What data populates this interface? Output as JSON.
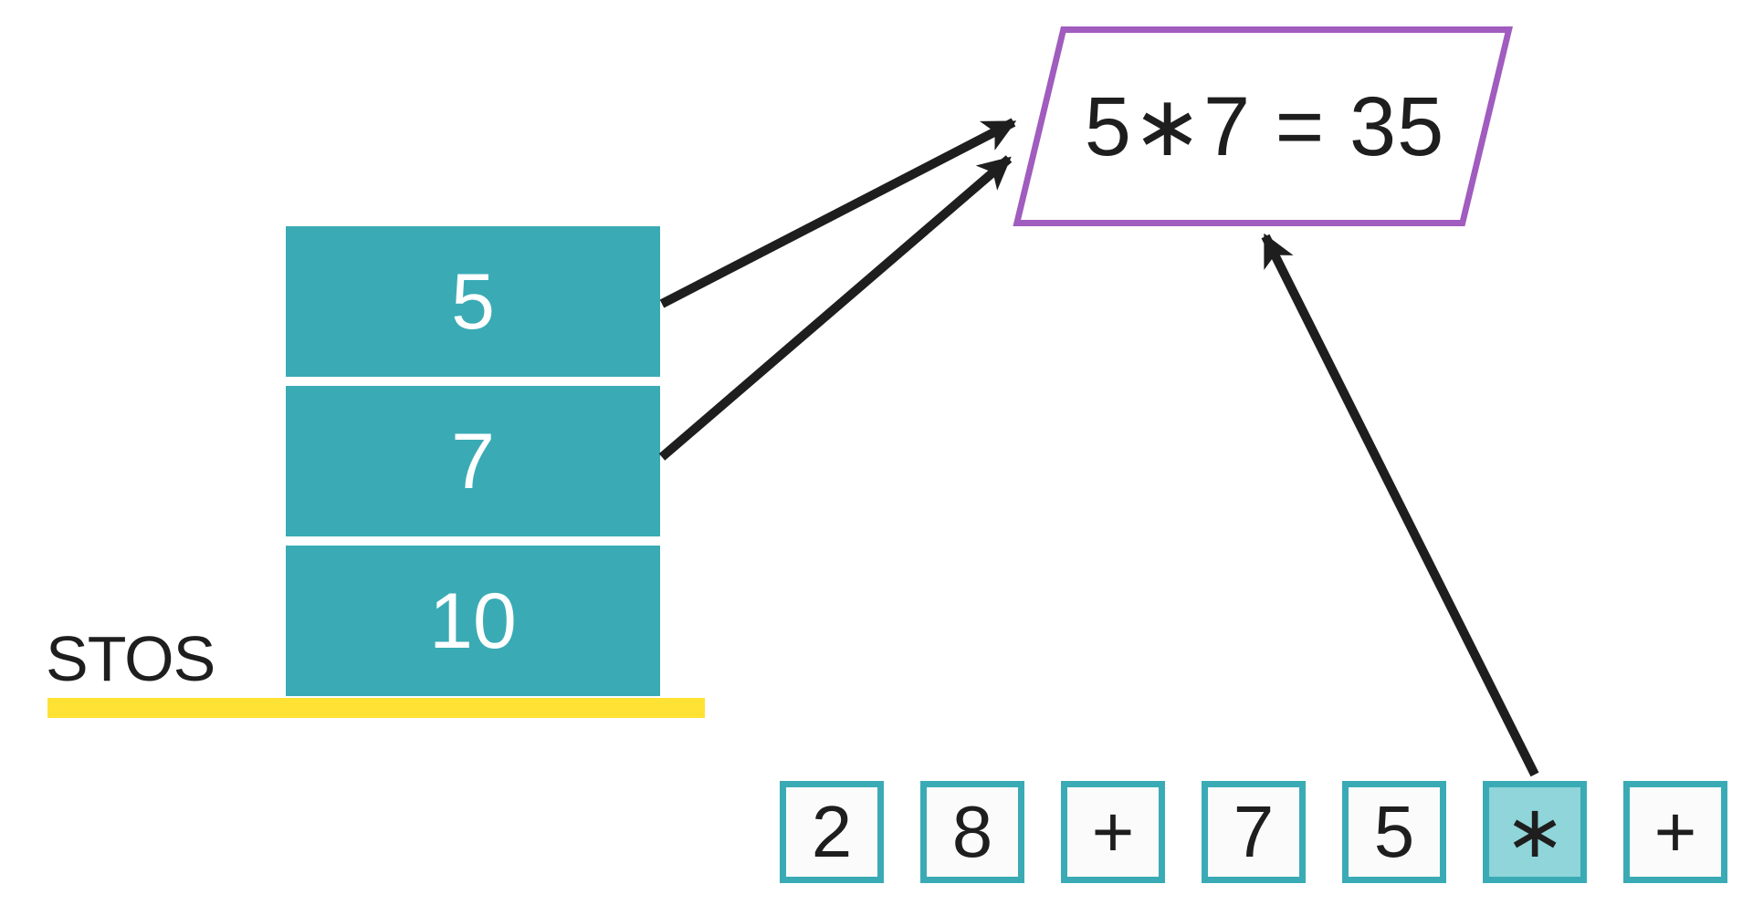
{
  "diagram": {
    "title_hint": "postfix-expression-stack-evaluation",
    "stack": {
      "label": "STOS",
      "items": [
        "5",
        "7",
        "10"
      ]
    },
    "result_box": {
      "text": "5∗7 = 35"
    },
    "tokens": {
      "items": [
        {
          "label": "2",
          "highlighted": false
        },
        {
          "label": "8",
          "highlighted": false
        },
        {
          "label": "+",
          "highlighted": false
        },
        {
          "label": "7",
          "highlighted": false
        },
        {
          "label": "5",
          "highlighted": false
        },
        {
          "label": "∗",
          "highlighted": true
        },
        {
          "label": "+",
          "highlighted": false
        }
      ]
    },
    "colors": {
      "teal": "#3aabb5",
      "teal-light": "#8fd5d9",
      "yellow": "#ffe233",
      "purple": "#a05cbe",
      "ink": "#1f1e1e",
      "token-bg": "#fbfbfb"
    }
  }
}
